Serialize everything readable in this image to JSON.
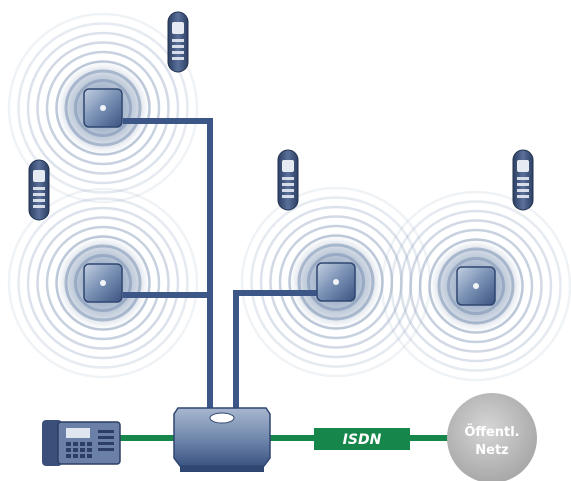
{
  "diagram": {
    "isdn_label": "ISDN",
    "network_label_line1": "Öffentl.",
    "network_label_line2": "Netz",
    "colors": {
      "cable_blue": "#3d5688",
      "cable_green": "#17864a",
      "ring": "#a9b8cb",
      "ring_dark": "#7f93ad",
      "device_fill": "#6b82a6",
      "device_dark": "#2f4670",
      "network_fill": "#bdbdbd",
      "handset": "#3a4f7a"
    },
    "icons": [
      "dect-base-station-icon",
      "handset-icon",
      "desk-phone-icon",
      "router-icon",
      "public-network-icon"
    ]
  }
}
